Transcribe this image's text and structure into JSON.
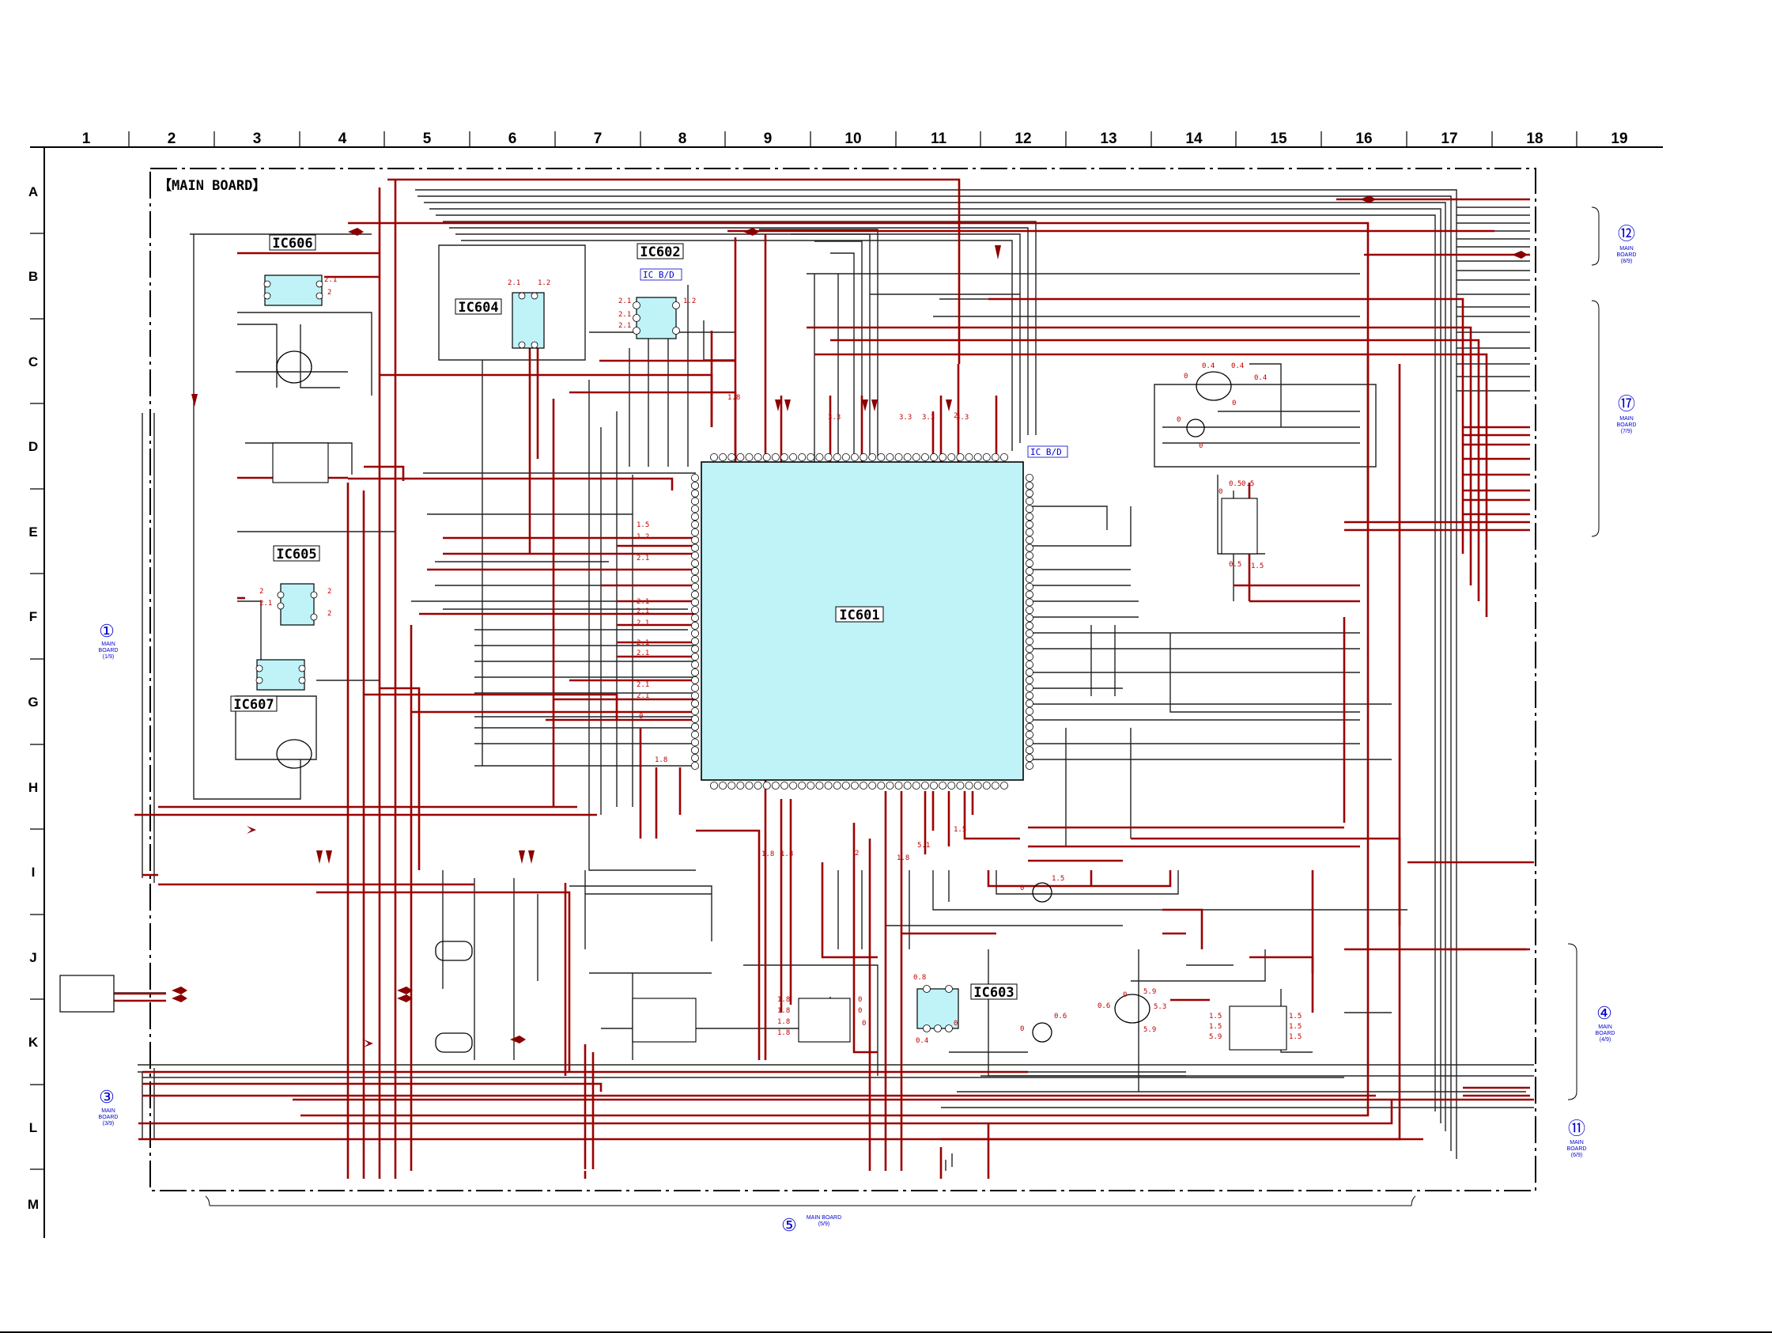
{
  "board_title": "【MAIN BOARD】",
  "columns": [
    "1",
    "2",
    "3",
    "4",
    "5",
    "6",
    "7",
    "8",
    "9",
    "10",
    "11",
    "12",
    "13",
    "14",
    "15",
    "16",
    "17",
    "18",
    "19"
  ],
  "rows": [
    "A",
    "B",
    "C",
    "D",
    "E",
    "F",
    "G",
    "H",
    "I",
    "J",
    "K",
    "L",
    "M"
  ],
  "ics": {
    "ic601": "IC601",
    "ic602": "IC602",
    "ic603": "IC603",
    "ic604": "IC604",
    "ic605": "IC605",
    "ic606": "IC606",
    "ic607": "IC607"
  },
  "ic_bd_label": "IC B/D",
  "connectors": {
    "c1": {
      "num": "①",
      "line1": "MAIN",
      "line2": "BOARD",
      "line3": "(1/9)"
    },
    "c3": {
      "num": "③",
      "line1": "MAIN",
      "line2": "BOARD",
      "line3": "(3/9)"
    },
    "c4": {
      "num": "④",
      "line1": "MAIN",
      "line2": "BOARD",
      "line3": "(4/9)"
    },
    "c5": {
      "num": "⑤",
      "line1": "MAIN BOARD",
      "line2": "(5/9)"
    },
    "c11": {
      "num": "⑪",
      "line1": "MAIN",
      "line2": "BOARD",
      "line3": "(6/9)"
    },
    "c12": {
      "num": "⑫",
      "line1": "MAIN",
      "line2": "BOARD",
      "line3": "(8/9)"
    },
    "c17": {
      "num": "⑰",
      "line1": "MAIN",
      "line2": "BOARD",
      "line3": "(7/9)"
    }
  },
  "voltages": {
    "ic601_left": [
      "1.5",
      "1.2",
      "2.1",
      "2.1",
      "2.1",
      "2.1",
      "2.1",
      "2.1",
      "2.1",
      "2.1",
      "0",
      "1.8"
    ],
    "ic601_top": [
      "1.8",
      "3.3",
      "3.3",
      "3.3",
      "3.3",
      "2"
    ],
    "ic601_bottom": [
      "1.8",
      "1.8",
      "2",
      "1.8",
      "5.1",
      "1.5"
    ],
    "ic602": [
      "2.1",
      "2.1",
      "2.1",
      "1.2"
    ],
    "ic604": [
      "2.1",
      "1.2"
    ],
    "ic605": [
      "2",
      "2.1",
      "2",
      "2"
    ],
    "ic606": [
      "2.1",
      "2"
    ],
    "q_upper_right": [
      "0",
      "0.4",
      "0.4",
      "0",
      "0.4",
      "0",
      "0"
    ],
    "ic_right_e": [
      "0",
      "0.5",
      "0.5",
      "1.5",
      "0.5"
    ],
    "k_left_ic": [
      "1.8",
      "1.8",
      "1.8",
      "1.8",
      "0",
      "0",
      "0"
    ],
    "ic603": [
      "0.8",
      "0.4",
      "0"
    ],
    "fet_i": [
      "0",
      "1.5"
    ],
    "fet_k": [
      "0",
      "0.6"
    ],
    "q_k_right": [
      "0",
      "5.9",
      "5.3",
      "5.9",
      "0.6"
    ],
    "ic_k_right": [
      "1.5",
      "1.5",
      "5.9",
      "1.5",
      "1.5",
      "1.5"
    ]
  },
  "marker_text": {
    "j_box": ""
  }
}
